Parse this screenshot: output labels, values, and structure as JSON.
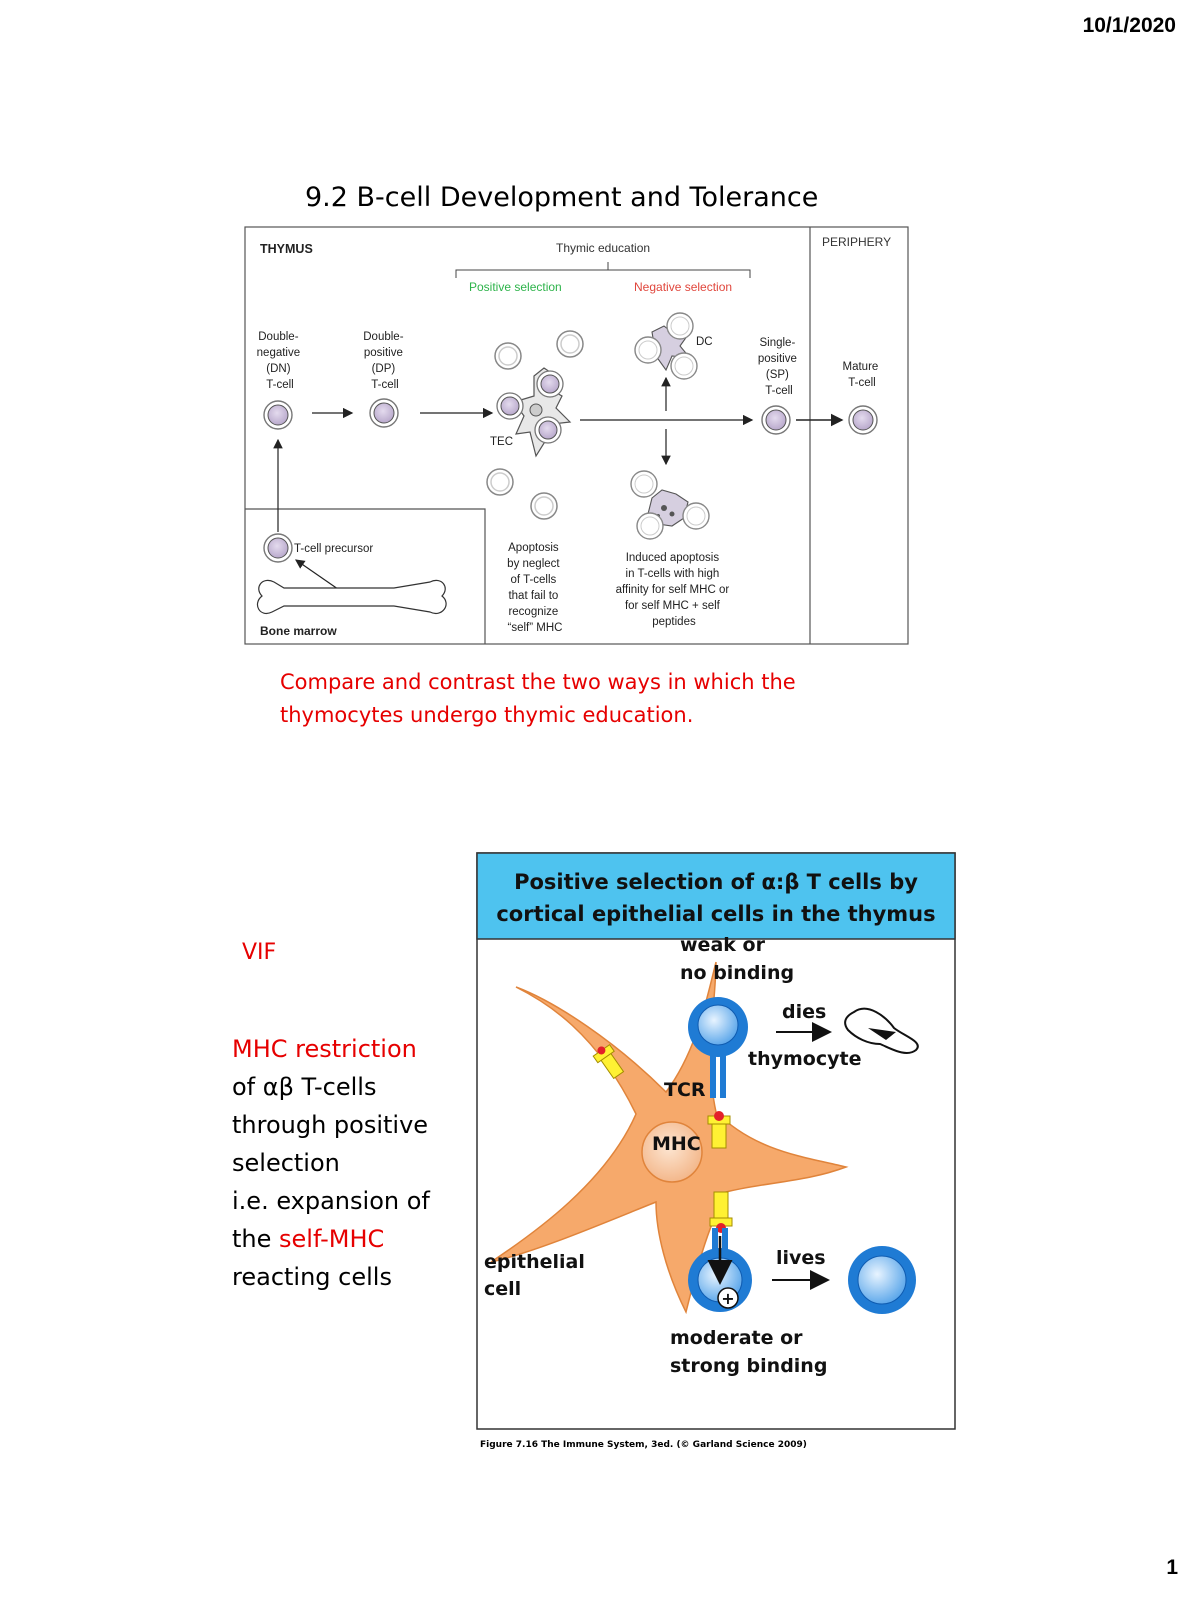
{
  "header": {
    "date": "10/1/2020",
    "page_number": "1"
  },
  "slide": {
    "title": "9.2 B-cell Development and Tolerance",
    "question": "Compare and contrast the two ways in which the thymocytes undergo thymic education."
  },
  "diagram1": {
    "thymus": "THYMUS",
    "periphery": "PERIPHERY",
    "thymic_education": "Thymic education",
    "positive_selection": "Positive selection",
    "negative_selection": "Negative selection",
    "dn": [
      "Double-",
      "negative",
      "(DN)",
      "T-cell"
    ],
    "dp": [
      "Double-",
      "positive",
      "(DP)",
      "T-cell"
    ],
    "sp": [
      "Single-",
      "positive",
      "(SP)",
      "T-cell"
    ],
    "mature": [
      "Mature",
      "T-cell"
    ],
    "dc": "DC",
    "tec": "TEC",
    "precursor": "T-cell precursor",
    "bone_marrow": "Bone marrow",
    "apoptosis_neglect": [
      "Apoptosis",
      "by neglect",
      "of T-cells",
      "that fail to",
      "recognize",
      "“self” MHC"
    ],
    "induced_apoptosis": [
      "Induced apoptosis",
      "in T-cells with high",
      "affinity for self MHC or",
      "for self MHC + self",
      "peptides"
    ],
    "colors": {
      "positive": "#2db34a",
      "negative": "#e0463c",
      "cell_fill": "#cfc3dc"
    }
  },
  "diagram2": {
    "title_line1": "Positive selection of α:β T cells by",
    "title_line2": "cortical epithelial cells in the thymus",
    "weak": [
      "weak or",
      "no binding"
    ],
    "dies": "dies",
    "thymocyte": "thymocyte",
    "tcr": "TCR",
    "mhc": "MHC",
    "epithelial": [
      "epithelial",
      "cell"
    ],
    "lives": "lives",
    "moderate": [
      "moderate or",
      "strong binding"
    ],
    "plus": "+",
    "colors": {
      "header_bg": "#4ec3ef",
      "epithelial": "#f6a96b",
      "cell_blue": "#1f7bd4"
    }
  },
  "figure_caption": "Figure 7.16 The Immune System, 3ed. (© Garland Science 2009)",
  "left_notes": {
    "vif": "VIF",
    "line1": "MHC restriction",
    "line2": "of αβ T-cells",
    "line3": "through positive",
    "line4": "selection",
    "line5": "i.e. expansion of",
    "line6_prefix": "the ",
    "line6_red": "self-MHC",
    "line7": "reacting cells"
  }
}
